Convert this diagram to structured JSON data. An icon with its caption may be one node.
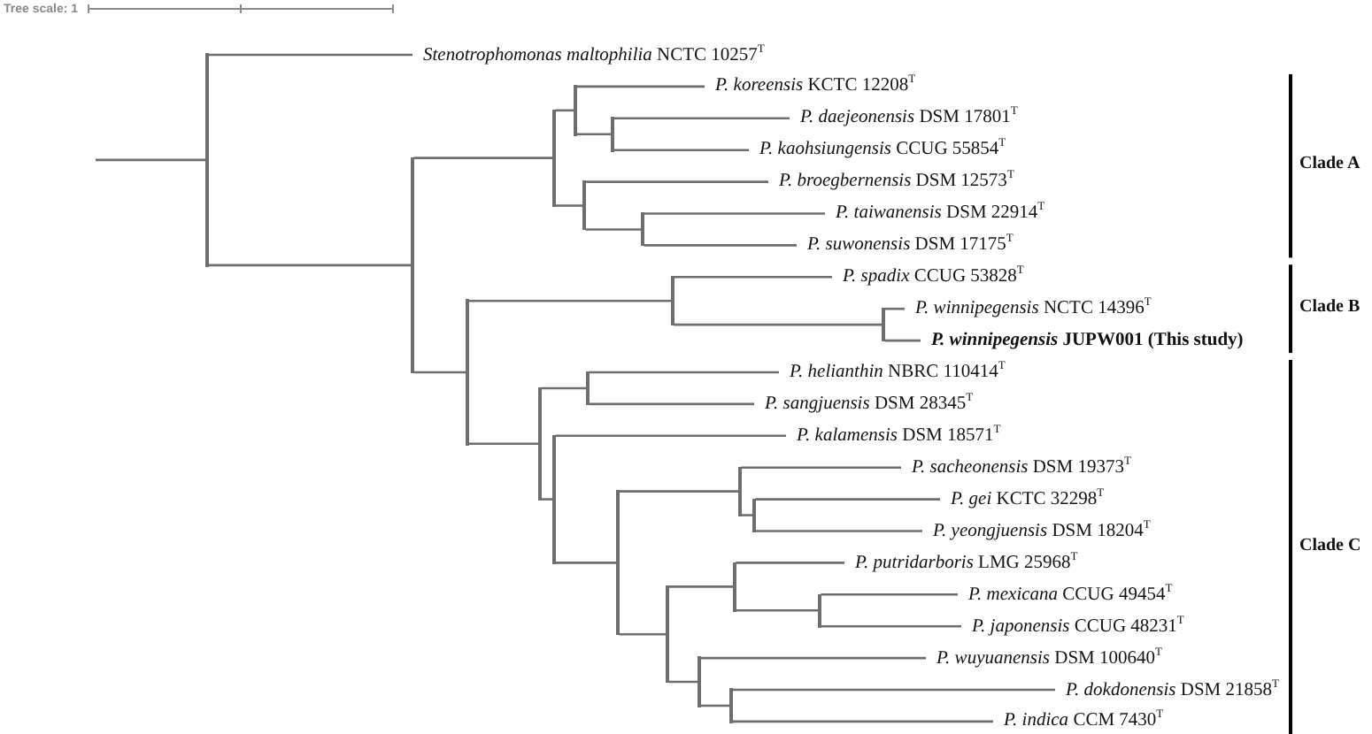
{
  "diagram": {
    "nodes": [
      {
        "text": [
          "*Stenotrophomonas maltophilia* NCTC 10257$^{T}$"
        ]
      },
      {
        "text": [
          "*P. koreensis* KCTC 12208$^{T}$"
        ]
      },
      {
        "text": [
          "*P. daejeonensis* DSM 17801$^{T}$"
        ]
      },
      {
        "text": [
          "*P. kaohsiungensis* CCUG 55854$^{T}$"
        ]
      },
      {
        "text": [
          "*P. broegbernensis* DSM 12573$^{T}$"
        ]
      },
      {
        "text": [
          "*P. taiwanensis* DSM 22914$^{T}$"
        ]
      },
      {
        "text": [
          "*P. suwonensis* DSM 17175$^{T}$"
        ]
      },
      {
        "text": [
          "*P. spadix* CCUG 53828$^{T}$"
        ]
      },
      {
        "text": [
          "*P. winnipegensis* NCTC 14396$^{T}$"
        ]
      },
      {
        "text": [
          "*P. winnipegensis* JUPW001 (This study)"
        ]
      },
      {
        "text": [
          "*P. helianthin* NBRC 110414$^{T}$"
        ]
      },
      {
        "text": [
          "*P. sangjuensis* DSM 28345$^{T}$"
        ]
      },
      {
        "text": [
          "*P. kalamensis* DSM 18571$^{T}$"
        ]
      },
      {
        "text": [
          "*P. sacheonensis* DSM 19373$^{T}$"
        ]
      },
      {
        "text": [
          "*P. gei* KCTC 32298$^{T}$"
        ]
      },
      {
        "text": [
          "*P. yeongjuensis* DSM 18204$^{T}$"
        ]
      },
      {
        "text": [
          "*P. putridarboris* LMG 25968$^{T}$"
        ]
      },
      {
        "text": [
          "*P. mexicana* CCUG 49454$^{T}$"
        ]
      },
      {
        "text": [
          "*P. japonensis* CCUG 48231$^{T}$"
        ]
      },
      {
        "text": [
          "*P. wuyuanensis* DSM 100640$^{T}$"
        ]
      },
      {
        "text": [
          "*P. dokdonensis* DSM 21858$^{T}$"
        ]
      },
      {
        "text": [
          "*P. indica* CCM 7430$^{T}$"
        ]
      },
      {
        "text": [],
        "shape": "line"
      },
      {
        "text": [],
        "shape": "line"
      },
      {
        "text": [],
        "shape": "line"
      },
      {
        "text": [],
        "shape": "line"
      },
      {
        "text": [],
        "shape": "line"
      },
      {
        "text": [],
        "shape": "line"
      },
      {
        "text": [],
        "shape": "line"
      },
      {
        "text": [],
        "shape": "line"
      },
      {
        "text": [],
        "shape": "line"
      },
      {
        "text": [],
        "shape": "line"
      },
      {
        "text": [],
        "shape": "line"
      },
      {
        "text": [],
        "shape": "line"
      },
      {
        "text": [],
        "shape": "line"
      },
      {
        "text": [],
        "shape": "line"
      },
      {
        "text": [],
        "shape": "line"
      },
      {
        "text": [],
        "shape": "line"
      },
      {
        "text": [],
        "shape": "line"
      },
      {
        "text": [],
        "shape": "line"
      },
      {
        "text": [],
        "shape": "line"
      },
      {
        "text": [],
        "shape": "line"
      },
      {
        "text": [],
        "shape": "line"
      }
    ],
    "edges": [
      {
        "from": null,
        "to": 22,
        "arrow": "none"
      },
      {
        "from": 22,
        "to": 0,
        "arrow": "none"
      },
      {
        "from": 22,
        "to": 23,
        "arrow": "none"
      },
      {
        "from": 23,
        "to": 24,
        "arrow": "none"
      },
      {
        "from": 23,
        "to": 29,
        "arrow": "none"
      },
      {
        "from": 24,
        "to": 25,
        "arrow": "none"
      },
      {
        "from": 24,
        "to": 27,
        "arrow": "none"
      },
      {
        "from": 25,
        "to": 1,
        "arrow": "none"
      },
      {
        "from": 25,
        "to": 26,
        "arrow": "none"
      },
      {
        "from": 26,
        "to": 2,
        "arrow": "none"
      },
      {
        "from": 26,
        "to": 3,
        "arrow": "none"
      },
      {
        "from": 27,
        "to": 4,
        "arrow": "none"
      },
      {
        "from": 27,
        "to": 28,
        "arrow": "none"
      },
      {
        "from": 28,
        "to": 5,
        "arrow": "none"
      },
      {
        "from": 28,
        "to": 6,
        "arrow": "none"
      },
      {
        "from": 29,
        "to": 30,
        "arrow": "none"
      },
      {
        "from": 29,
        "to": 32,
        "arrow": "none"
      },
      {
        "from": 30,
        "to": 7,
        "arrow": "none"
      },
      {
        "from": 30,
        "to": 31,
        "arrow": "none"
      },
      {
        "from": 31,
        "to": 8,
        "arrow": "none"
      },
      {
        "from": 31,
        "to": 9,
        "arrow": "none"
      },
      {
        "from": 32,
        "to": 33,
        "arrow": "none"
      },
      {
        "from": 32,
        "to": 34,
        "arrow": "none"
      },
      {
        "from": 33,
        "to": 10,
        "arrow": "none"
      },
      {
        "from": 33,
        "to": 11,
        "arrow": "none"
      },
      {
        "from": 34,
        "to": 12,
        "arrow": "none"
      },
      {
        "from": 34,
        "to": 35,
        "arrow": "none"
      },
      {
        "from": 35,
        "to": 36,
        "arrow": "none"
      },
      {
        "from": 35,
        "to": 38,
        "arrow": "none"
      },
      {
        "from": 36,
        "to": 13,
        "arrow": "none"
      },
      {
        "from": 36,
        "to": 37,
        "arrow": "none"
      },
      {
        "from": 37,
        "to": 14,
        "arrow": "none"
      },
      {
        "from": 37,
        "to": 15,
        "arrow": "none"
      },
      {
        "from": 38,
        "to": 39,
        "arrow": "none"
      },
      {
        "from": 38,
        "to": 41,
        "arrow": "none"
      },
      {
        "from": 39,
        "to": 16,
        "arrow": "none"
      },
      {
        "from": 39,
        "to": 40,
        "arrow": "none"
      },
      {
        "from": 40,
        "to": 17,
        "arrow": "none"
      },
      {
        "from": 40,
        "to": 18,
        "arrow": "none"
      },
      {
        "from": 41,
        "to": 19,
        "arrow": "none"
      },
      {
        "from": 41,
        "to": 42,
        "arrow": "none"
      },
      {
        "from": 42,
        "to": 20,
        "arrow": "none"
      },
      {
        "from": 42,
        "to": 21,
        "arrow": "none"
      }
    ],
    "labels": [
      "Tree scale: 1",
      "Clade A",
      "Clade B",
      "Clade C"
    ]
  }
}
